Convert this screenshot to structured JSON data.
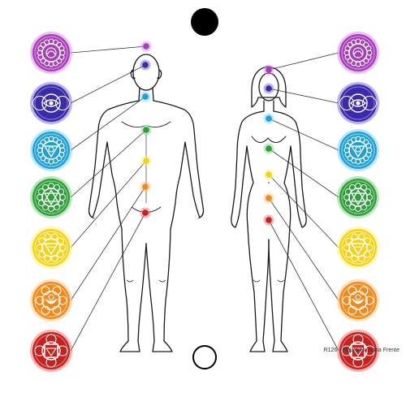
{
  "caption": "R126 - Figura Humana Frente",
  "chakras": [
    {
      "name": "crown",
      "icon": "lotus-crown-icon",
      "color": "#A53FB8",
      "light": "#D98BE6"
    },
    {
      "name": "third-eye",
      "icon": "eye-icon",
      "color": "#3A2CA8",
      "light": "#7E6CE0"
    },
    {
      "name": "throat",
      "icon": "throat-triangle-icon",
      "color": "#1EA0D6",
      "light": "#7ED2F2"
    },
    {
      "name": "heart",
      "icon": "heart-hexagram-icon",
      "color": "#2E9E3A",
      "light": "#7FD37F"
    },
    {
      "name": "solar-plexus",
      "icon": "solar-plexus-icon",
      "color": "#F2D21A",
      "light": "#FFF07A"
    },
    {
      "name": "sacral",
      "icon": "sacral-crescent-icon",
      "color": "#EE8A1E",
      "light": "#FFC27A"
    },
    {
      "name": "root",
      "icon": "root-square-icon",
      "color": "#C4221F",
      "light": "#F0716B"
    }
  ]
}
